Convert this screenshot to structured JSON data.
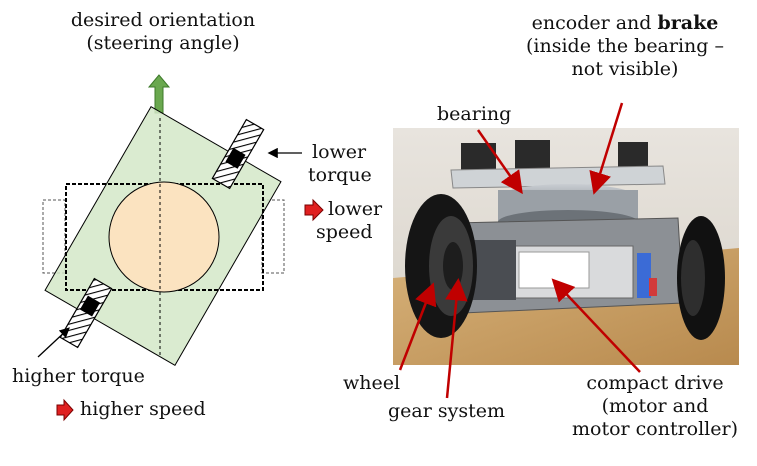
{
  "left_diagram": {
    "desired_orientation_line1": "desired orientation",
    "desired_orientation_line2": "(steering angle)",
    "lower_torque_line1": "lower",
    "lower_torque_line2": "torque",
    "lower_speed_line1": "lower",
    "lower_speed_line2": "speed",
    "higher_torque": "higher torque",
    "higher_speed": "higher speed"
  },
  "photo_labels": {
    "encoder_prefix": "encoder and ",
    "encoder_bold": "brake",
    "encoder_line2": "(inside the bearing –",
    "encoder_line3": "not visible)",
    "bearing": "bearing",
    "wheel": "wheel",
    "gear_system": "gear system",
    "compact_drive_line1": "compact drive",
    "compact_drive_line2": "(motor and",
    "compact_drive_line3": "motor controller)"
  },
  "colors": {
    "up_arrow": "#6aa84f",
    "bullet_arrow": "#e02020",
    "annotation_arrow": "#c00000",
    "platform": "#d4e8c8",
    "circle": "#fbe3c0"
  }
}
